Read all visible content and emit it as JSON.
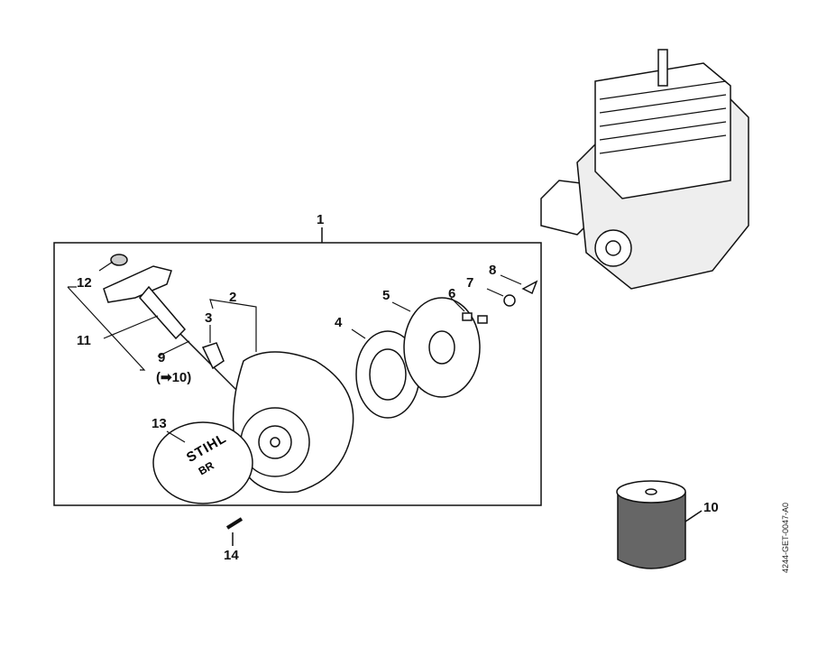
{
  "callouts": {
    "c1": "1",
    "c2": "2",
    "c3": "3",
    "c4": "4",
    "c5": "5",
    "c6": "6",
    "c7": "7",
    "c8": "8",
    "c9": "9",
    "c9_ref": "(➡10)",
    "c10": "10",
    "c11": "11",
    "c12": "12",
    "c13": "13",
    "c14": "14"
  },
  "cover_logo": {
    "brand": "STIHL",
    "model": "BR"
  },
  "drawing_code": "4244-GET-0047-A0"
}
